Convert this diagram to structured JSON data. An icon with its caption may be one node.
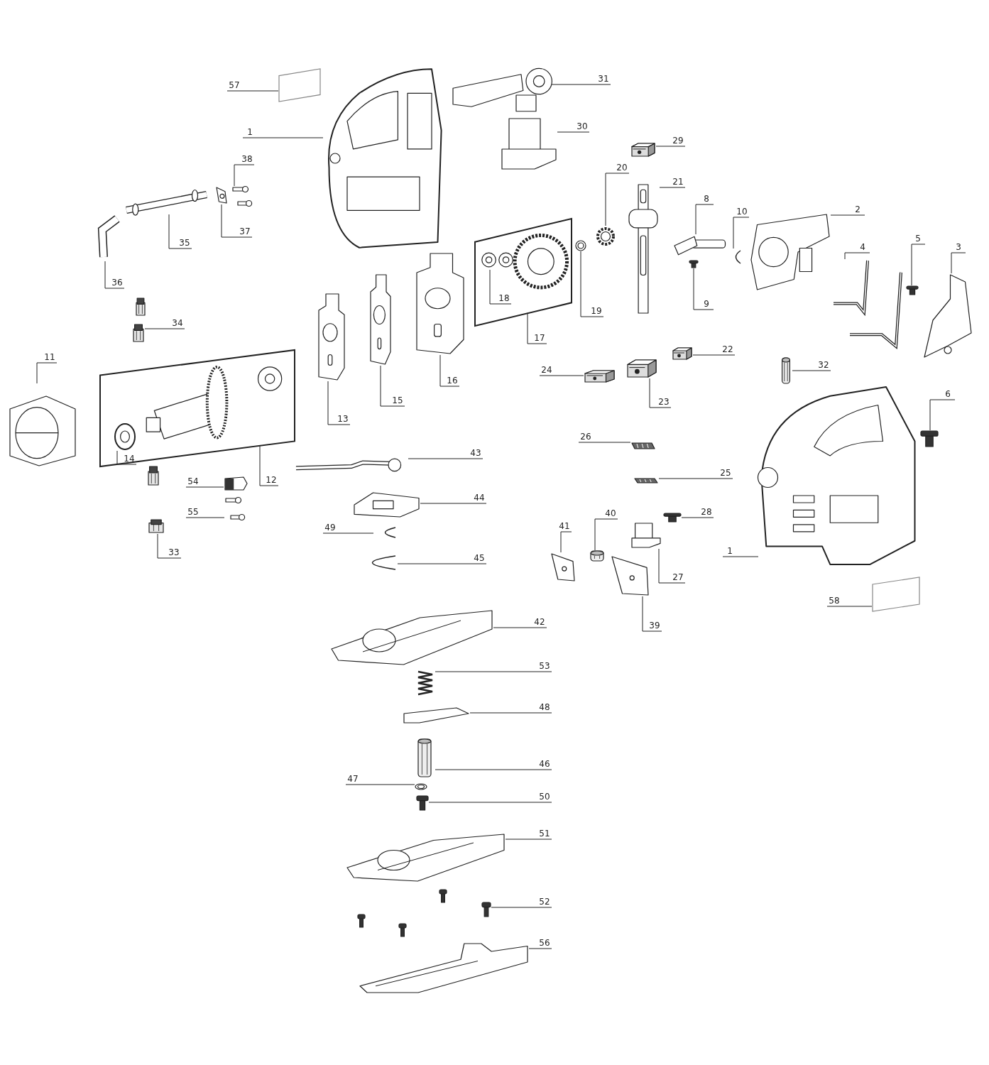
{
  "diagram": {
    "nodes": [
      {
        "text": [
          "57"
        ]
      },
      {
        "text": [],
        "shape": "box"
      },
      {
        "text": [
          "1"
        ]
      },
      {
        "text": [],
        "shape": "picture"
      },
      {
        "text": [
          "38"
        ]
      },
      {
        "text": [],
        "shape": "picture"
      },
      {
        "text": [
          "37"
        ]
      },
      {
        "text": [],
        "shape": "picture"
      },
      {
        "text": [
          "35"
        ]
      },
      {
        "text": [],
        "shape": "picture"
      },
      {
        "text": [
          "36"
        ]
      },
      {
        "text": [],
        "shape": "picture"
      },
      {
        "text": [
          "31"
        ]
      },
      {
        "text": [],
        "shape": "picture"
      },
      {
        "text": [
          "30"
        ]
      },
      {
        "text": [],
        "shape": "picture"
      },
      {
        "text": [
          "29"
        ]
      },
      {
        "text": [],
        "shape": "picture"
      },
      {
        "text": [
          "20"
        ]
      },
      {
        "text": [],
        "shape": "picture"
      },
      {
        "text": [
          "21"
        ]
      },
      {
        "text": [],
        "shape": "picture"
      },
      {
        "text": [
          "8"
        ]
      },
      {
        "text": [],
        "shape": "picture"
      },
      {
        "text": [
          "10"
        ]
      },
      {
        "text": [],
        "shape": "picture"
      },
      {
        "text": [
          "2"
        ]
      },
      {
        "text": [],
        "shape": "picture"
      },
      {
        "text": [
          "5"
        ]
      },
      {
        "text": [],
        "shape": "picture"
      },
      {
        "text": [
          "3"
        ]
      },
      {
        "text": [],
        "shape": "picture"
      },
      {
        "text": [
          "4"
        ]
      },
      {
        "text": [],
        "shape": "picture"
      },
      {
        "text": [
          "9"
        ]
      },
      {
        "text": [],
        "shape": "picture"
      },
      {
        "text": [
          "17"
        ]
      },
      {
        "text": [],
        "shape": "box"
      },
      {
        "text": [
          "18"
        ],
        "in": 37
      },
      {
        "text": [],
        "shape": "picture",
        "in": 37
      },
      {
        "text": [
          "19"
        ]
      },
      {
        "text": [],
        "shape": "picture"
      },
      {
        "text": [
          "34"
        ]
      },
      {
        "text": [],
        "shape": "picture"
      },
      {
        "text": [
          "11"
        ]
      },
      {
        "text": [],
        "shape": "picture"
      },
      {
        "text": [
          "12"
        ]
      },
      {
        "text": [],
        "shape": "box"
      },
      {
        "text": [
          "14"
        ],
        "in": 47
      },
      {
        "text": [],
        "shape": "picture",
        "in": 47
      },
      {
        "text": [
          "13"
        ]
      },
      {
        "text": [],
        "shape": "picture"
      },
      {
        "text": [
          "15"
        ]
      },
      {
        "text": [],
        "shape": "picture"
      },
      {
        "text": [
          "16"
        ]
      },
      {
        "text": [],
        "shape": "picture"
      },
      {
        "text": [
          "22"
        ]
      },
      {
        "text": [],
        "shape": "picture"
      },
      {
        "text": [
          "32"
        ]
      },
      {
        "text": [],
        "shape": "picture"
      },
      {
        "text": [
          "24"
        ]
      },
      {
        "text": [],
        "shape": "picture"
      },
      {
        "text": [
          "23"
        ]
      },
      {
        "text": [],
        "shape": "picture"
      },
      {
        "text": [
          "26"
        ]
      },
      {
        "text": [],
        "shape": "picture"
      },
      {
        "text": [
          "6"
        ]
      },
      {
        "text": [],
        "shape": "picture"
      },
      {
        "text": [
          "43"
        ]
      },
      {
        "text": [],
        "shape": "picture"
      },
      {
        "text": [
          "25"
        ]
      },
      {
        "text": [],
        "shape": "picture"
      },
      {
        "text": [
          "54"
        ]
      },
      {
        "text": [],
        "shape": "picture"
      },
      {
        "text": [
          "44"
        ]
      },
      {
        "text": [],
        "shape": "picture"
      },
      {
        "text": [
          "40"
        ]
      },
      {
        "text": [],
        "shape": "picture"
      },
      {
        "text": [
          "28"
        ]
      },
      {
        "text": [],
        "shape": "picture"
      },
      {
        "text": [
          "41"
        ]
      },
      {
        "text": [],
        "shape": "picture"
      },
      {
        "text": [
          "1"
        ]
      },
      {
        "text": [],
        "shape": "picture"
      },
      {
        "text": [
          "55"
        ]
      },
      {
        "text": [],
        "shape": "picture"
      },
      {
        "text": [
          "49"
        ]
      },
      {
        "text": [],
        "shape": "picture"
      },
      {
        "text": [
          "27"
        ]
      },
      {
        "text": [],
        "shape": "picture"
      },
      {
        "text": [
          "33"
        ]
      },
      {
        "text": [],
        "shape": "picture"
      },
      {
        "text": [
          "45"
        ]
      },
      {
        "text": [],
        "shape": "picture"
      },
      {
        "text": [
          "58"
        ]
      },
      {
        "text": [],
        "shape": "box"
      },
      {
        "text": [
          "39"
        ]
      },
      {
        "text": [],
        "shape": "picture"
      },
      {
        "text": [
          "42"
        ]
      },
      {
        "text": [],
        "shape": "picture"
      },
      {
        "text": [
          "53"
        ]
      },
      {
        "text": [],
        "shape": "picture"
      },
      {
        "text": [
          "48"
        ]
      },
      {
        "text": [],
        "shape": "picture"
      },
      {
        "text": [
          "46"
        ]
      },
      {
        "text": [],
        "shape": "picture"
      },
      {
        "text": [
          "47"
        ]
      },
      {
        "text": [],
        "shape": "picture"
      },
      {
        "text": [
          "50"
        ]
      },
      {
        "text": [],
        "shape": "picture"
      },
      {
        "text": [
          "51"
        ]
      },
      {
        "text": [],
        "shape": "picture"
      },
      {
        "text": [
          "52"
        ]
      },
      {
        "text": [],
        "shape": "picture"
      },
      {
        "text": [
          "56"
        ]
      },
      {
        "text": [],
        "shape": "picture"
      }
    ],
    "edges": [
      {
        "from": 0,
        "to": 1,
        "arrow": "none"
      },
      {
        "from": 2,
        "to": 3,
        "arrow": "none"
      },
      {
        "from": 4,
        "to": 5,
        "arrow": "none"
      },
      {
        "from": 6,
        "to": 7,
        "arrow": "none"
      },
      {
        "from": 8,
        "to": 9,
        "arrow": "none"
      },
      {
        "from": 10,
        "to": 11,
        "arrow": "none"
      },
      {
        "from": 12,
        "to": 13,
        "arrow": "none"
      },
      {
        "from": 14,
        "to": 15,
        "arrow": "none"
      },
      {
        "from": 16,
        "to": 17,
        "arrow": "none"
      },
      {
        "from": 18,
        "to": 19,
        "arrow": "none"
      },
      {
        "from": 20,
        "to": 21,
        "arrow": "none"
      },
      {
        "from": 22,
        "to": 23,
        "arrow": "none"
      },
      {
        "from": 24,
        "to": 25,
        "arrow": "none"
      },
      {
        "from": 26,
        "to": 27,
        "arrow": "none"
      },
      {
        "from": 28,
        "to": 29,
        "arrow": "none"
      },
      {
        "from": 30,
        "to": 31,
        "arrow": "none"
      },
      {
        "from": 32,
        "to": 33,
        "arrow": "none"
      },
      {
        "from": 34,
        "to": 35,
        "arrow": "none"
      },
      {
        "from": 36,
        "to": 37,
        "arrow": "none"
      },
      {
        "from": 38,
        "to": 39,
        "arrow": "none"
      },
      {
        "from": 40,
        "to": 41,
        "arrow": "none"
      },
      {
        "from": 42,
        "to": 43,
        "arrow": "none"
      },
      {
        "from": 44,
        "to": 45,
        "arrow": "none"
      },
      {
        "from": 46,
        "to": 47,
        "arrow": "none"
      },
      {
        "from": 48,
        "to": 49,
        "arrow": "none"
      },
      {
        "from": 50,
        "to": 51,
        "arrow": "none"
      },
      {
        "from": 52,
        "to": 53,
        "arrow": "none"
      },
      {
        "from": 54,
        "to": 55,
        "arrow": "none"
      },
      {
        "from": 56,
        "to": 57,
        "arrow": "none"
      },
      {
        "from": 58,
        "to": 59,
        "arrow": "none"
      },
      {
        "from": 60,
        "to": 61,
        "arrow": "none"
      },
      {
        "from": 62,
        "to": 63,
        "arrow": "none"
      },
      {
        "from": 64,
        "to": 65,
        "arrow": "none"
      },
      {
        "from": 66,
        "to": 67,
        "arrow": "none"
      },
      {
        "from": 68,
        "to": 69,
        "arrow": "none"
      },
      {
        "from": 70,
        "to": 71,
        "arrow": "none"
      },
      {
        "from": 72,
        "to": 73,
        "arrow": "none"
      },
      {
        "from": 74,
        "to": 75,
        "arrow": "none"
      },
      {
        "from": 76,
        "to": 77,
        "arrow": "none"
      },
      {
        "from": 78,
        "to": 79,
        "arrow": "none"
      },
      {
        "from": 80,
        "to": 81,
        "arrow": "none"
      },
      {
        "from": 82,
        "to": 83,
        "arrow": "none"
      },
      {
        "from": 84,
        "to": 85,
        "arrow": "none"
      },
      {
        "from": 86,
        "to": 87,
        "arrow": "none"
      },
      {
        "from": 88,
        "to": 89,
        "arrow": "none"
      },
      {
        "from": 90,
        "to": 91,
        "arrow": "none"
      },
      {
        "from": 92,
        "to": 93,
        "arrow": "none"
      },
      {
        "from": 94,
        "to": 95,
        "arrow": "none"
      },
      {
        "from": 96,
        "to": 97,
        "arrow": "none"
      },
      {
        "from": 98,
        "to": 99,
        "arrow": "none"
      },
      {
        "from": 100,
        "to": 101,
        "arrow": "none"
      },
      {
        "from": 102,
        "to": 103,
        "arrow": "none"
      },
      {
        "from": 104,
        "to": 105,
        "arrow": "none"
      },
      {
        "from": 106,
        "to": 107,
        "arrow": "none"
      },
      {
        "from": 108,
        "to": 109,
        "arrow": "none"
      },
      {
        "from": 110,
        "to": 111,
        "arrow": "none"
      },
      {
        "from": 112,
        "to": 113,
        "arrow": "none"
      },
      {
        "from": 114,
        "to": 115,
        "arrow": "none"
      }
    ]
  }
}
